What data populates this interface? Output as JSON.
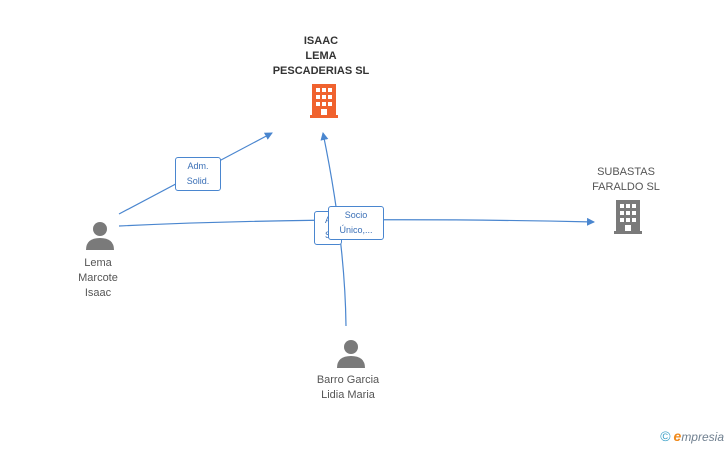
{
  "nodes": {
    "main_company": {
      "label": "ISAAC\nLEMA\nPESCADERIAS SL",
      "icon": "building-icon",
      "color": "#f0622e"
    },
    "other_company": {
      "label": "SUBASTAS\nFARALDO SL",
      "icon": "building-icon",
      "color": "#7a7a7a"
    },
    "person_lema": {
      "label": "Lema\nMarcote\nIsaac",
      "icon": "person-icon",
      "color": "#7a7a7a"
    },
    "person_barro": {
      "label": "Barro Garcia\nLidia Maria",
      "icon": "person-icon",
      "color": "#7a7a7a"
    }
  },
  "edges": {
    "adm_solid": "Adm.\nSolid.",
    "hidden_role": "A\nS",
    "socio_unico": "Socio\nÚnico,..."
  },
  "edge_color": "#4a86cf",
  "brand": {
    "copyright": "©",
    "initial": "e",
    "name": "mpresia"
  }
}
